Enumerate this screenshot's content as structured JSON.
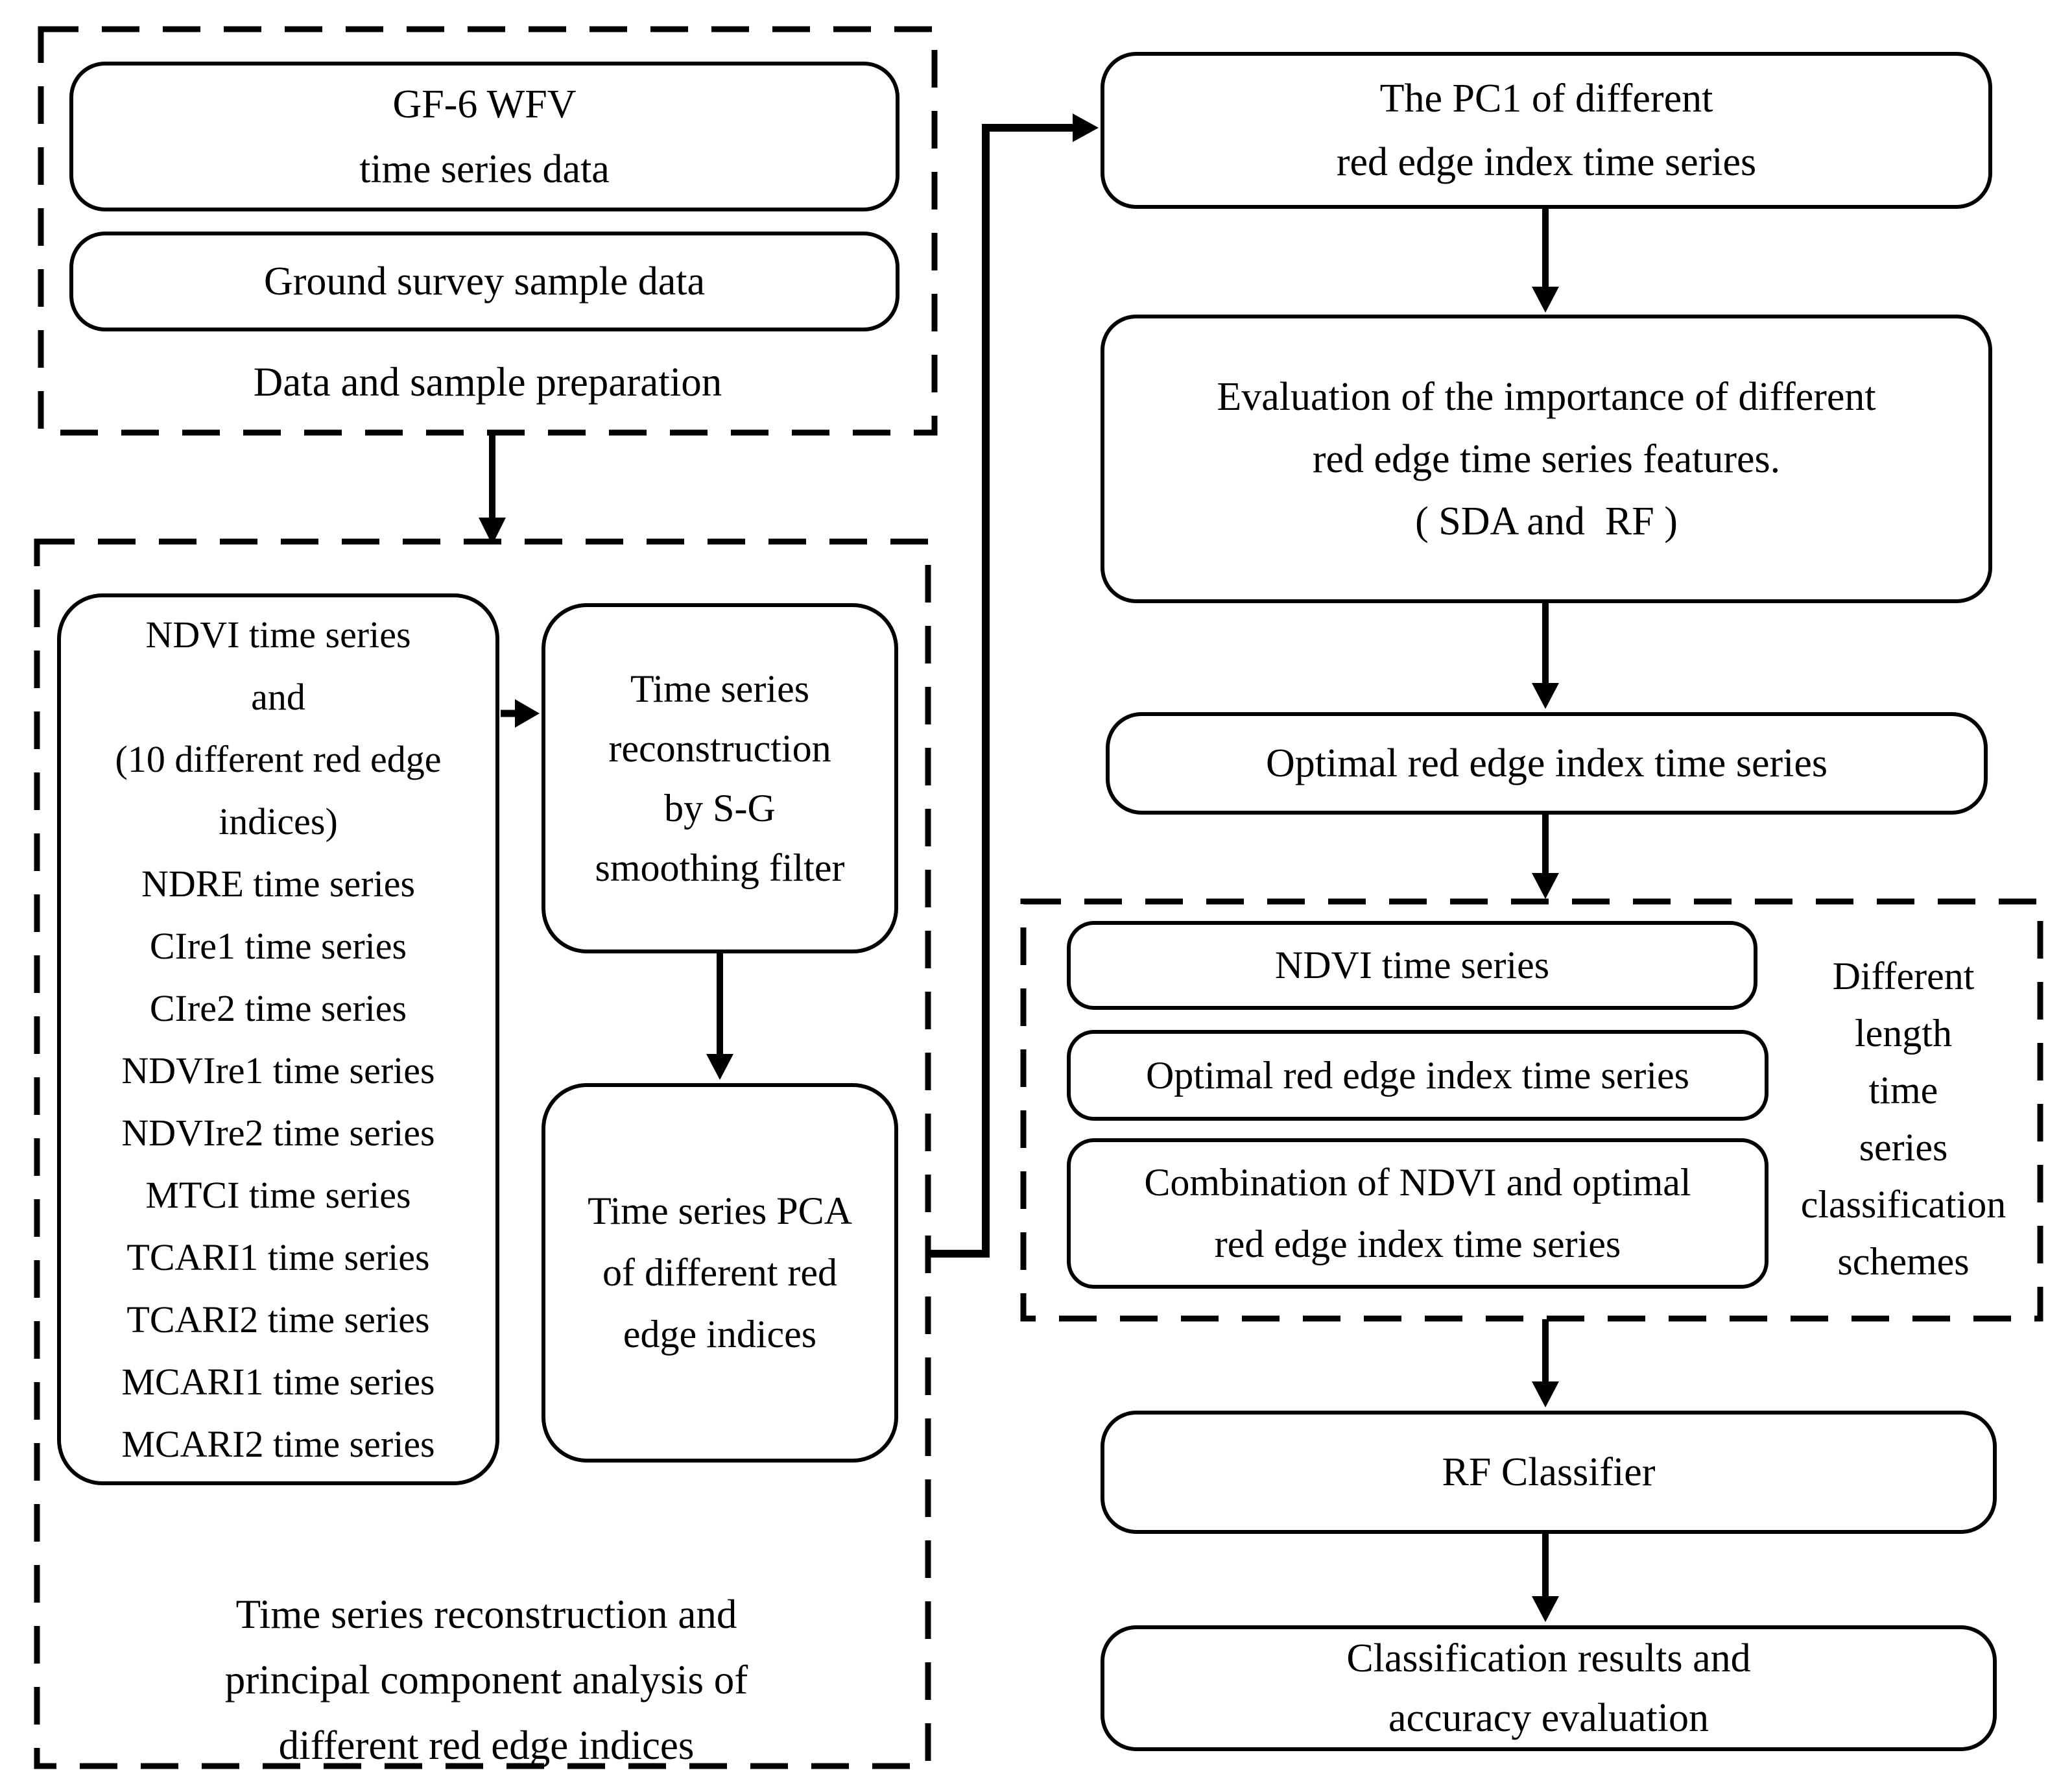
{
  "colors": {
    "ink": "#000000",
    "background": "#ffffff"
  },
  "left": {
    "prep": {
      "gf6_lines": [
        "GF-6 WFV",
        "time series data"
      ],
      "ground": "Ground survey sample data",
      "caption": "Data and sample preparation"
    },
    "recon": {
      "indices_lines": [
        "NDVI time series",
        "and",
        "(10 different red edge",
        "indices)",
        "NDRE time series",
        "CIre1 time series",
        "CIre2 time series",
        "NDVIre1 time series",
        "NDVIre2 time series",
        "MTCI time series",
        "TCARI1 time series",
        "TCARI2 time series",
        "MCARI1 time series",
        "MCARI2 time series"
      ],
      "sg_lines": [
        "Time series",
        "reconstruction",
        "by S-G",
        "smoothing filter"
      ],
      "pca_lines": [
        "Time series PCA",
        "of different red",
        "edge indices"
      ],
      "caption_lines": [
        "Time series reconstruction and",
        "principal component analysis of",
        "different red edge indices"
      ]
    }
  },
  "right": {
    "pc1_lines": [
      "The PC1 of different",
      "red edge index time series"
    ],
    "evaluation_lines": [
      "Evaluation of the importance of different",
      "red edge time series features.",
      "( SDA and  RF )"
    ],
    "optimal": "Optimal red edge index time series",
    "schemes": {
      "ndvi": "NDVI time series",
      "optimal": "Optimal red edge index time series",
      "combination_lines": [
        "Combination of NDVI and optimal",
        "red edge index time series"
      ],
      "side_lines": [
        "Different",
        "length",
        "time",
        "series",
        "classification",
        "schemes"
      ]
    },
    "rf": "RF Classifier",
    "results_lines": [
      "Classification results and",
      "accuracy evaluation"
    ]
  }
}
